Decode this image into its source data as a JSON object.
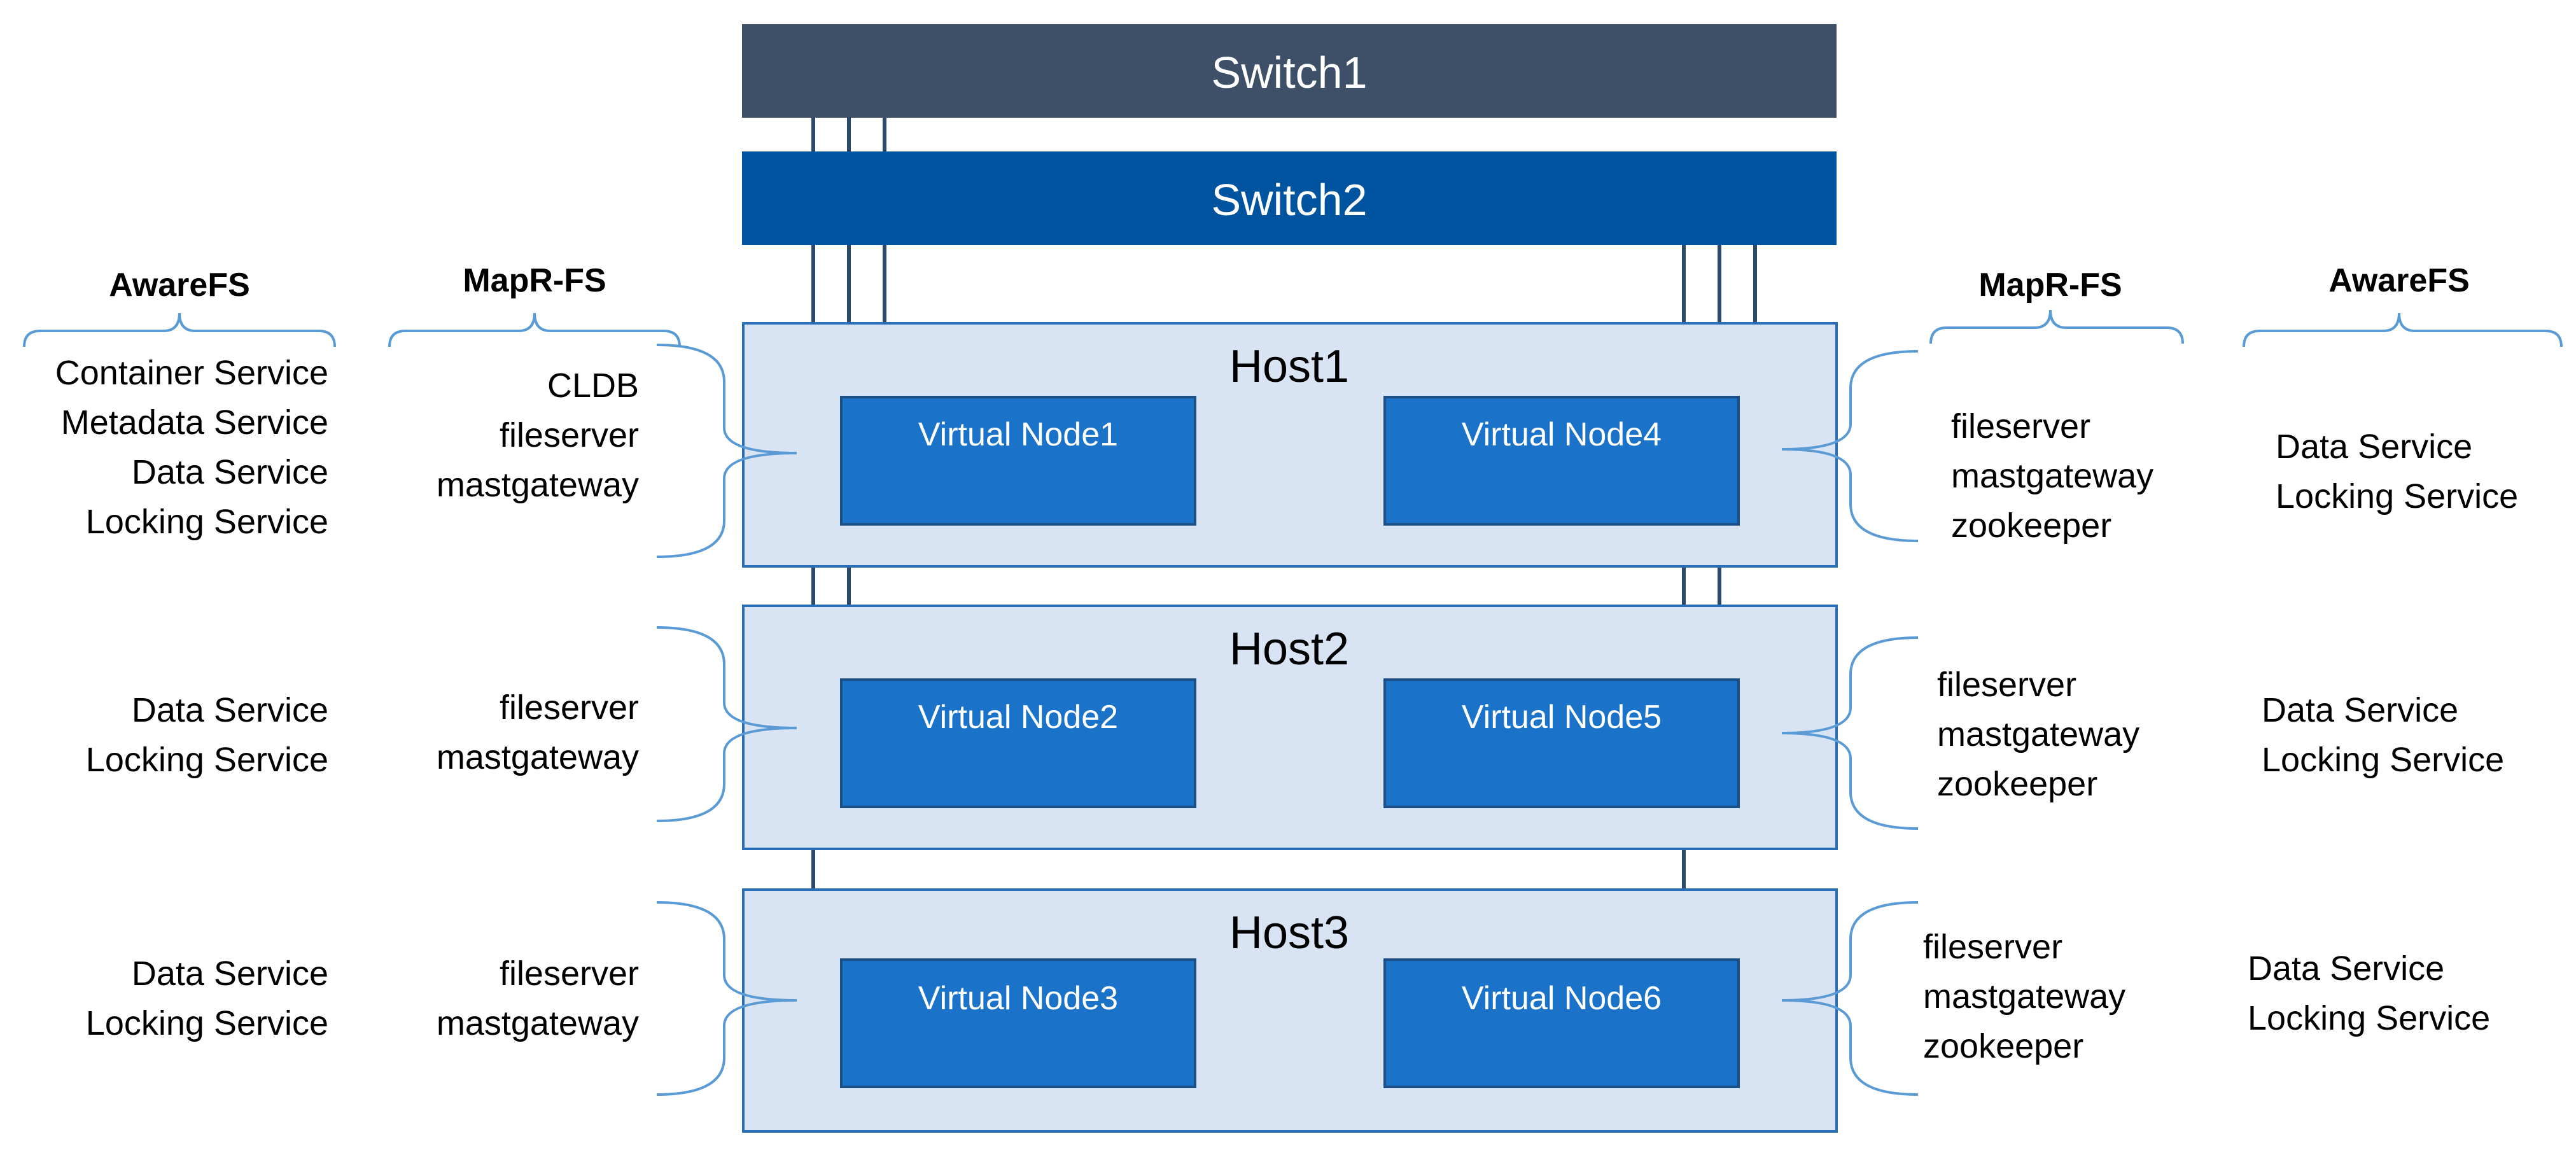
{
  "colors": {
    "switch1": "#3d5068",
    "switch2": "#00549f",
    "host_fill": "#d8e4f3",
    "host_stroke": "#2a6eb8",
    "vnode_fill": "#1a73c9",
    "vnode_stroke": "#1b4f86",
    "link": "#2c4a6b",
    "brace": "#5b9bd5"
  },
  "switches": {
    "switch1": "Switch1",
    "switch2": "Switch2"
  },
  "hosts": [
    {
      "name": "Host1",
      "left_node": "Virtual Node1",
      "right_node": "Virtual Node4"
    },
    {
      "name": "Host2",
      "left_node": "Virtual Node2",
      "right_node": "Virtual Node5"
    },
    {
      "name": "Host3",
      "left_node": "Virtual Node3",
      "right_node": "Virtual Node6"
    }
  ],
  "headers": {
    "left_awarefs": "AwareFS",
    "left_maprfs": "MapR-FS",
    "right_maprfs": "MapR-FS",
    "right_awarefs": "AwareFS"
  },
  "left_awarefs": [
    [
      "Container Service",
      "Metadata Service",
      "Data Service",
      "Locking Service"
    ],
    [
      "Data Service",
      "Locking Service"
    ],
    [
      "Data Service",
      "Locking Service"
    ]
  ],
  "left_maprfs": [
    [
      "CLDB",
      "fileserver",
      "mastgateway"
    ],
    [
      "fileserver",
      "mastgateway"
    ],
    [
      "fileserver",
      "mastgateway"
    ]
  ],
  "right_maprfs": [
    [
      "fileserver",
      "mastgateway",
      "zookeeper"
    ],
    [
      "fileserver",
      "mastgateway",
      "zookeeper"
    ],
    [
      "fileserver",
      "mastgateway",
      "zookeeper"
    ]
  ],
  "right_awarefs": [
    [
      "Data Service",
      "Locking Service"
    ],
    [
      "Data Service",
      "Locking Service"
    ],
    [
      "Data Service",
      "Locking Service"
    ]
  ]
}
